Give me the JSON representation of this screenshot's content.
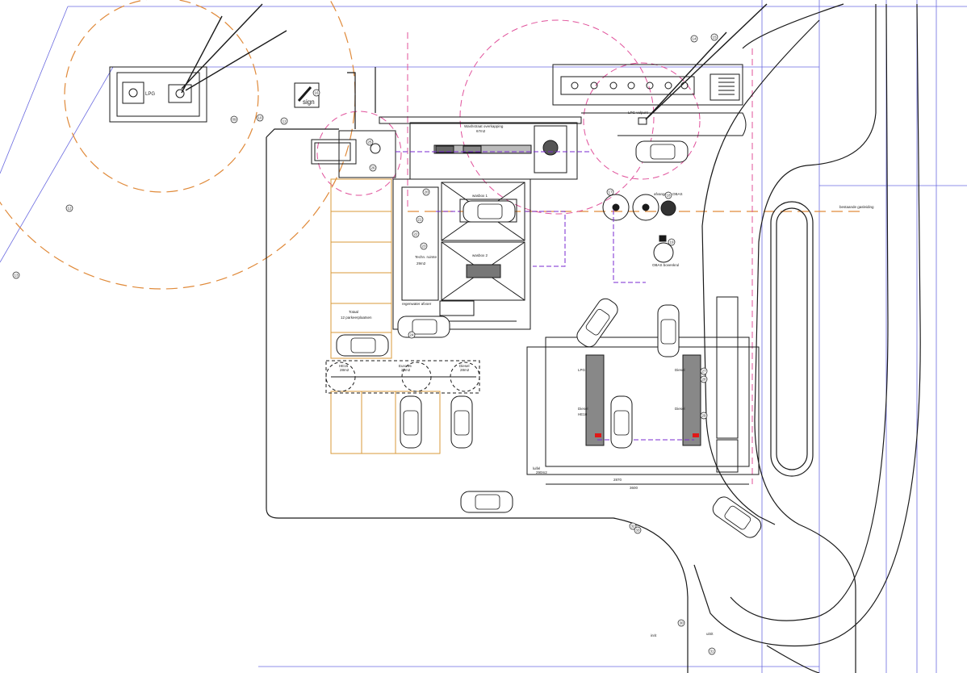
{
  "labels": {
    "lpg_tank": "LPG",
    "sign": "sign",
    "washbay": "Washstraat overkapping",
    "washbay_area": "67m2",
    "bay1": "wasbox 1",
    "bay2": "wasbox 2",
    "tech_room": "Techn. ruimte",
    "tech_area": "29m2",
    "parking": "Totaal",
    "parking_sub": "12 parkeerplaatsen",
    "canopy": "luifel",
    "canopy_area": "290m2",
    "fuel_left_top": "LPG",
    "fuel_left_mid": "Diesel",
    "fuel_left_bot": "HE10",
    "fuel_right_top": "Diesel",
    "fuel_right_bot": "Diesel",
    "ev_left": "HE15",
    "ev_left_sub": "28m2",
    "ev_mid": "Euro 95",
    "ev_mid_sub": "28m2",
    "ev_right": "Diesel",
    "ev_right_sub": "28m2",
    "tanks": "afvanger & OBAS",
    "obas": "OBAS bovenkrul",
    "lpg_vent": "LPG vulpunt",
    "gas_line": "bestaande gasleiding",
    "entrance": "inrit",
    "exit": "uitrit",
    "rain": "regenwater afvoer",
    "dimension_main": "3600",
    "dimension_canopy": "2870"
  },
  "callouts": [
    "09",
    "10",
    "11",
    "12",
    "13",
    "14",
    "15",
    "16",
    "17",
    "18",
    "19",
    "20",
    "21",
    "22",
    "23",
    "24",
    "25",
    "26",
    "27",
    "28",
    "29",
    "30",
    "31",
    "32",
    "33"
  ],
  "colors": {
    "line": "#1a1a1a",
    "blue_grid": "#6a6ae0",
    "orange_zone": "#e08a3a",
    "pink_zone": "#e0509a",
    "purple_pipe": "#7a2ad0",
    "parking_box": "#d89a3a",
    "red_marker": "#e01818"
  }
}
